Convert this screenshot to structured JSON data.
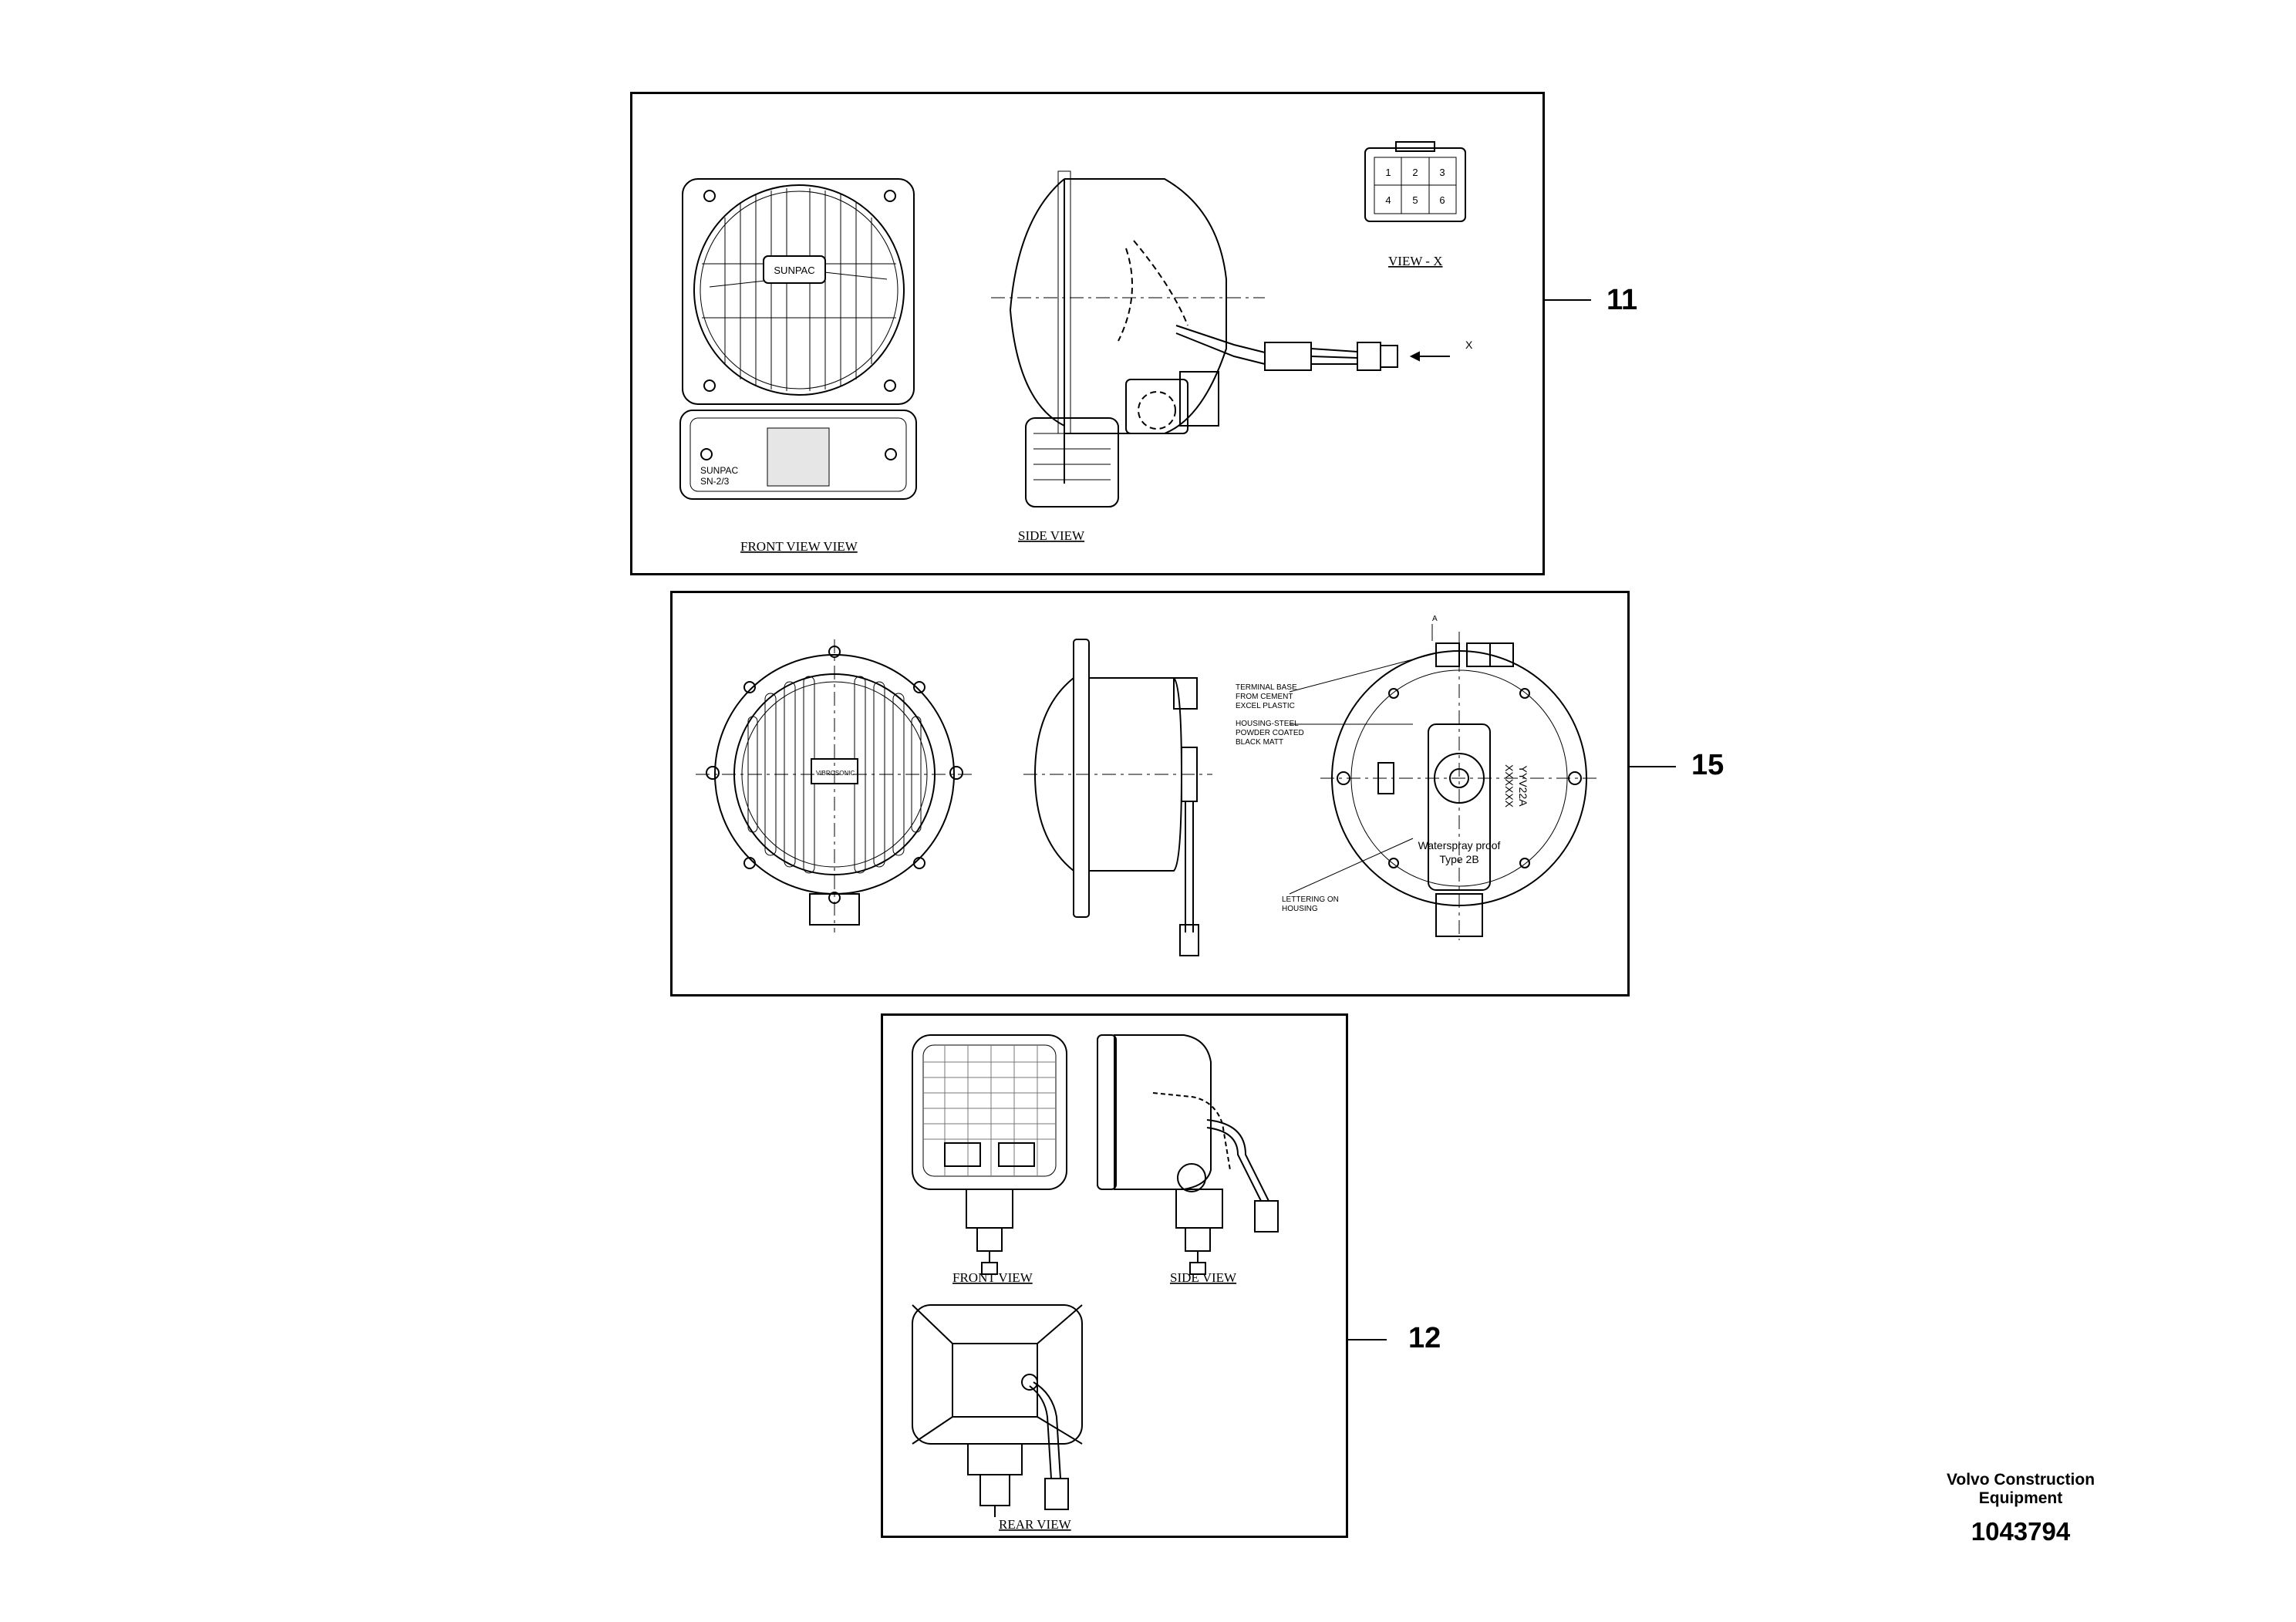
{
  "callouts": {
    "item_11": "11",
    "item_15": "15",
    "item_12": "12"
  },
  "panel_11": {
    "front_caption": "FRONT VIEW VIEW",
    "side_caption": "SIDE VIEW",
    "connector_caption": "VIEW  -  X",
    "arrow_label": "X",
    "brand_lens": "SUNPAC",
    "brand_small": "SUNPAC",
    "model_small": "SN-2/3",
    "pins": [
      "1",
      "2",
      "3",
      "4",
      "5",
      "6"
    ]
  },
  "panel_15": {
    "label_a": "A",
    "note_terminal": [
      "TERMINAL BASE",
      "FROM CEMENT",
      "EXCEL PLASTIC"
    ],
    "note_housing": [
      "HOUSING-STEEL",
      "POWDER COATED",
      "BLACK MATT"
    ],
    "note_lettering": [
      "LETTERING ON",
      "HOUSING"
    ],
    "embossed_1": "Waterspray proof",
    "embossed_2": "Type 2B",
    "rotated_1": "YYV22A",
    "rotated_2": "XXXXXX",
    "front_brand": "VIBROSONIC"
  },
  "panel_12": {
    "front_caption": "FRONT VIEW",
    "side_caption": "SIDE VIEW",
    "rear_caption": "REAR VIEW"
  },
  "footer": {
    "brand_line1": "Volvo Construction",
    "brand_line2": "Equipment",
    "doc_number": "1043794"
  }
}
